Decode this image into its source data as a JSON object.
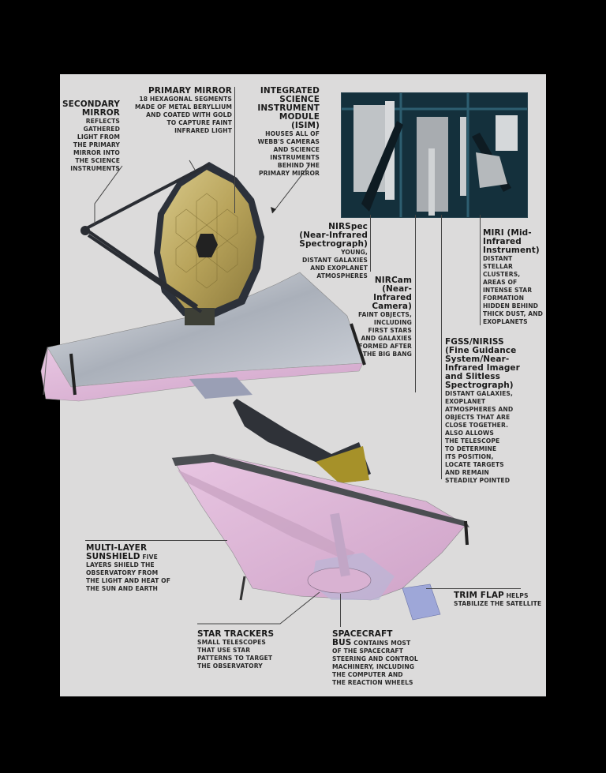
{
  "diagram": {
    "subject": "James Webb Space Telescope components",
    "colors": {
      "background": "#dcdbdb",
      "frame": "#000000",
      "mirror_gold": "#b8a35a",
      "sunshield_silver": "#b9bec6",
      "sunshield_pink": "#dcb4d6",
      "isim_bg": "#1b3440",
      "text": "#1a1a1a"
    },
    "labels": {
      "secondary_mirror": {
        "title": "SECONDARY MIRROR",
        "lines": [
          "REFLECTS",
          "GATHERED",
          "LIGHT FROM",
          "THE PRIMARY",
          "MIRROR INTO",
          "THE SCIENCE",
          "INSTRUMENTS"
        ]
      },
      "primary_mirror": {
        "title": "PRIMARY MIRROR",
        "lines": [
          "18 HEXAGONAL SEGMENTS",
          "MADE OF METAL BERYLLIUM",
          "AND COATED WITH GOLD",
          "TO  CAPTURE FAINT",
          "INFRARED LIGHT"
        ]
      },
      "isim": {
        "title_lines": [
          "INTEGRATED",
          "SCIENCE",
          "INSTRUMENT",
          "MODULE (ISIM)"
        ],
        "lines": [
          "HOUSES ALL OF",
          "WEBB'S CAMERAS",
          "AND SCIENCE",
          "INSTRUMENTS",
          "BEHIND THE",
          "PRIMARY MIRROR"
        ]
      },
      "nirspec": {
        "title_lines": [
          "NIRSpec",
          "(Near-Infrared"
        ],
        "title_last": "Spectrograph)",
        "inline_desc": "YOUNG,",
        "lines": [
          "DISTANT GALAXIES",
          "AND EXOPLANET",
          "ATMOSPHERES"
        ]
      },
      "miri": {
        "title_lines": [
          "MIRI (Mid-",
          "Infrared",
          "Instrument)"
        ],
        "lines": [
          "DISTANT",
          "STELLAR",
          "CLUSTERS,",
          "AREAS OF",
          "INTENSE STAR",
          "FORMATION",
          "HIDDEN BEHIND",
          "THICK DUST, AND",
          "EXOPLANETS"
        ]
      },
      "nircam": {
        "title_lines": [
          "NIRCam",
          "(Near-Infrared",
          "Camera)"
        ],
        "lines": [
          "FAINT OBJECTS,",
          "INCLUDING",
          "FIRST STARS",
          "AND GALAXIES",
          "FORMED AFTER",
          "THE BIG BANG"
        ]
      },
      "fgs_niriss": {
        "title_lines": [
          "FGSS/NIRISS",
          "(Fine Guidance",
          "System/Near-",
          "Infrared Imager",
          "and Slitless",
          "Spectrograph)"
        ],
        "lines": [
          "DISTANT GALAXIES,",
          "EXOPLANET",
          "ATMOSPHERES AND",
          "OBJECTS THAT ARE",
          "CLOSE TOGETHER.",
          "ALSO ALLOWS",
          "THE TELESCOPE",
          "TO DETERMINE",
          "ITS POSITION,",
          "LOCATE TARGETS",
          "AND REMAIN",
          "STEADILY POINTED"
        ]
      },
      "sunshield": {
        "title_lines": [
          "MULTI-LAYER"
        ],
        "title_last": "SUNSHIELD",
        "inline_desc": "FIVE",
        "lines": [
          "LAYERS SHIELD THE",
          "OBSERVATORY FROM",
          "THE LIGHT AND HEAT OF",
          "THE SUN AND EARTH"
        ]
      },
      "star_trackers": {
        "title": "STAR TRACKERS",
        "lines": [
          "SMALL TELESCOPES",
          "THAT USE STAR",
          "PATTERNS TO TARGET",
          "THE OBSERVATORY"
        ]
      },
      "spacecraft_bus": {
        "title_lines": [
          "SPACECRAFT"
        ],
        "title_last": "BUS",
        "inline_desc": "CONTAINS MOST",
        "lines": [
          "OF THE SPACECRAFT",
          "STEERING AND CONTROL",
          "MACHINERY, INCLUDING",
          "THE COMPUTER AND",
          "THE REACTION WHEELS"
        ]
      },
      "trim_flap": {
        "title": "TRIM FLAP",
        "inline_desc": "HELPS",
        "lines": [
          "STABILIZE THE SATELLITE"
        ]
      }
    }
  }
}
